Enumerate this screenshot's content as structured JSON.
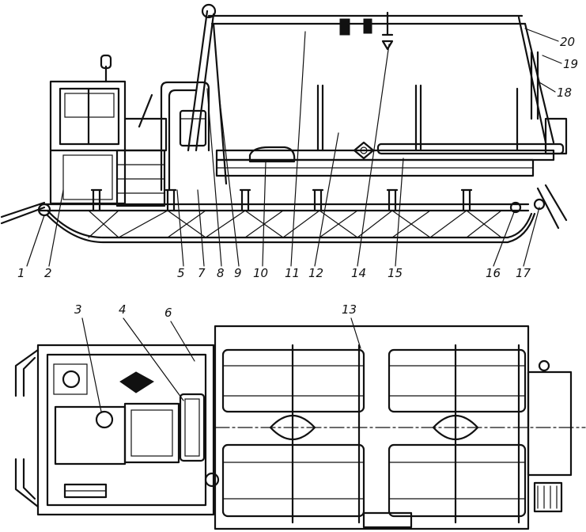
{
  "callouts_top": [
    "1",
    "2",
    "5",
    "7",
    "8",
    "9",
    "10",
    "11",
    "12",
    "14",
    "15",
    "16",
    "17",
    "18",
    "19",
    "20"
  ],
  "callouts_bottom": [
    "3",
    "4",
    "6",
    "13"
  ]
}
